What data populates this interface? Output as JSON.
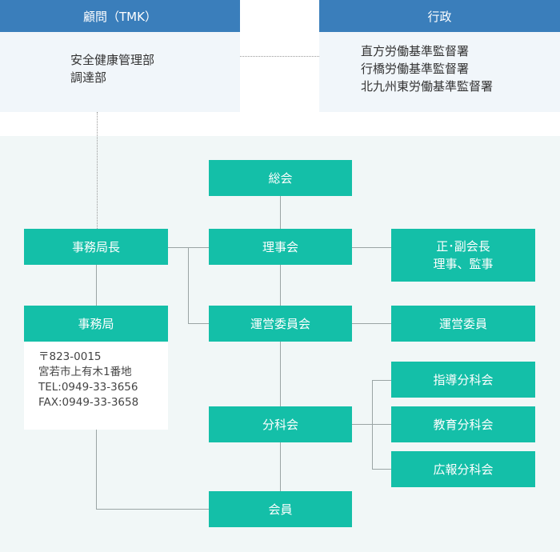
{
  "advisor": {
    "header": "顧問（TMK）",
    "items": [
      "安全健康管理部",
      "調達部"
    ]
  },
  "government": {
    "header": "行政",
    "items": [
      "直方労働基準監督署",
      "行橋労働基準監督署",
      "北九州東労働基準監督署"
    ]
  },
  "nodes": {
    "general_assembly": "総会",
    "secretary_general": "事務局長",
    "board": "理事会",
    "officers": [
      "正･副会長",
      "理事、監事"
    ],
    "secretariat": "事務局",
    "steering_committee": "運営委員会",
    "steering_members": "運営委員",
    "subcommittees": "分科会",
    "guidance_sub": "指導分科会",
    "education_sub": "教育分科会",
    "pr_sub": "広報分科会",
    "members": "会員"
  },
  "secretariat_info": [
    "〒823-0015",
    "宮若市上有木1番地",
    "TEL:0949-33-3656",
    "FAX:0949-33-3658"
  ],
  "colors": {
    "blue": "#3a7ebb",
    "teal": "#14bfa8",
    "light_bg": "#f1f7f7",
    "line": "#9aa5a5"
  }
}
